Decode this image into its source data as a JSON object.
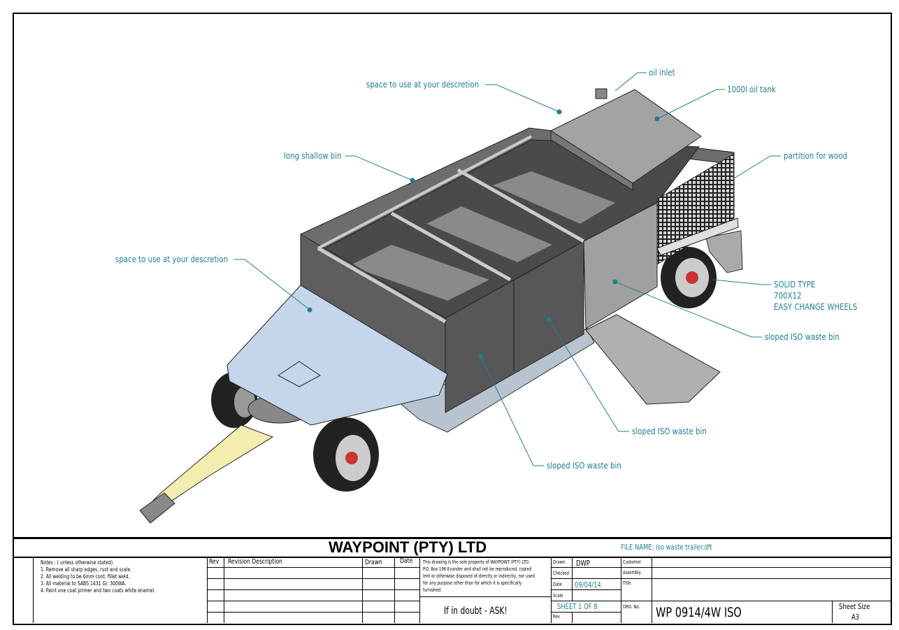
{
  "callouts": {
    "oil_inlet": "oil inlet",
    "oil_tank": "1000l oil tank",
    "space_top": "space to use at your descretion",
    "long_bin": "long shallow bin",
    "partition": "partition for wood",
    "space_left": "space to use at your descretion",
    "wheels_1": "SOLID TYPE",
    "wheels_2": "700X12",
    "wheels_3": "EASY CHANGE WHEELS",
    "sloped_1": "sloped ISO waste bin",
    "sloped_2": "sloped ISO waste bin",
    "sloped_3": "sloped ISO waste bin"
  },
  "title_block": {
    "company": "WAYPOINT (PTY) LTD",
    "file_name": "FILE NAME: iso waste trailer.dft",
    "notes": [
      "Notes :  ( unless otherwise stated)",
      "1. Remove all sharp edges, rust and scale.",
      "2. All welding to be 6mm cont. fillet weld.",
      "3. All material to SABS 1431 Gr. 300WA.",
      "4. Paint one coat primer and two coats white enamel."
    ],
    "rev_header": "Rev",
    "desc_header": "Revision Description",
    "drawn_header": "Drawn",
    "date_header": "Date",
    "property": [
      "This drawing is the sole property of WAYPOINT (PTY) LTD.",
      "P.O. Box 196 Evander and shall not be reproduced, copied",
      "lent or otherwise disposed of directly or indirectly, nor used",
      "for any purpose other than for which it is specifically",
      "furnished."
    ],
    "if_in_doubt": "If in doubt - ASK!",
    "drawn_label": "Drawn",
    "drawn_value": "DWP",
    "checked_label": "Checked",
    "date_label": "Date",
    "date_value": "09/04/14",
    "scale_label": "Scale",
    "sheet": "SHEET 1 OF 8",
    "rev_label": "Rev",
    "customer_label": "Customer",
    "assembly_label": "Assembly",
    "title_label": "Title",
    "drg_label": "DRG. No.",
    "drg_value": "WP 0914/4W ISO",
    "sheet_size_label": "Sheet Size",
    "sheet_size_value": "A3"
  },
  "colors": {
    "callout": "#1f7f8e",
    "plate": "#c5d5ea",
    "drawbar": "#f3eeb0"
  }
}
